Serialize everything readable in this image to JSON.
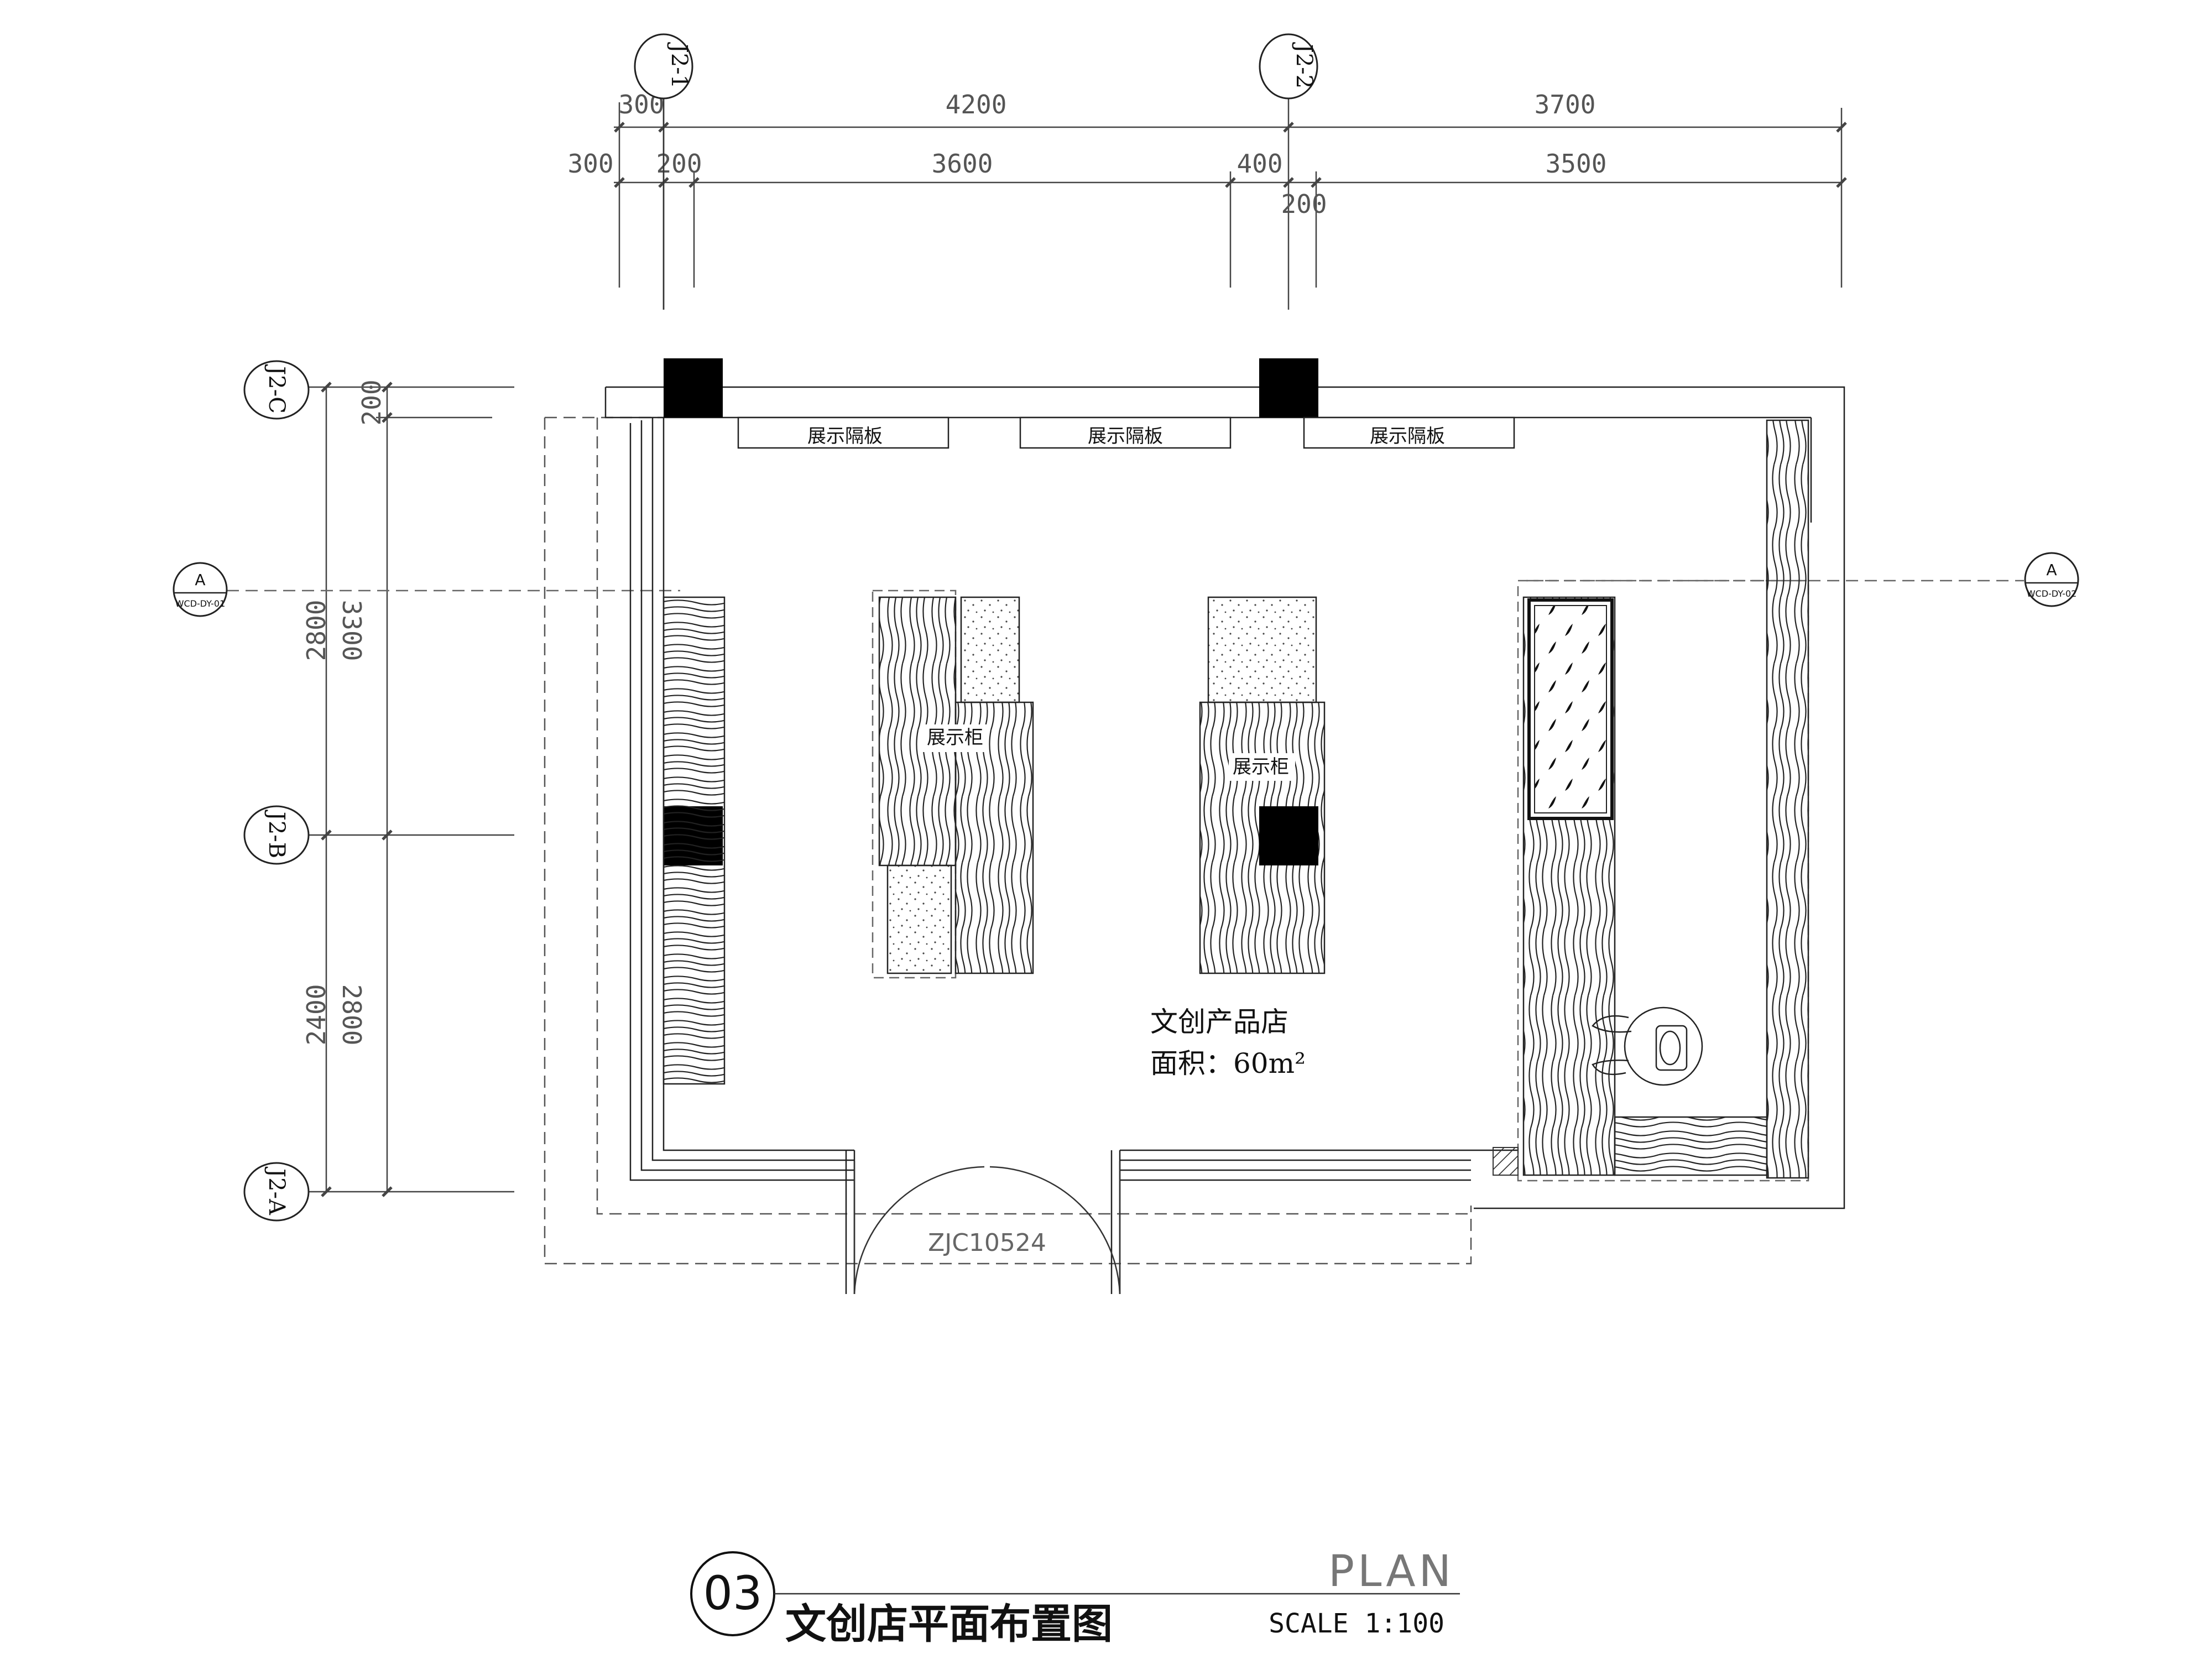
{
  "grid_axes": {
    "top": [
      "J2-1",
      "J2-2"
    ],
    "left": [
      "J2-C",
      "J2-B",
      "J2-A"
    ]
  },
  "dimensions": {
    "top_row1": [
      "300",
      "4200",
      "3700"
    ],
    "top_row2": [
      "300",
      "200",
      "3600",
      "400",
      "3500"
    ],
    "top_row2_below": "200",
    "left_outer": [
      "3300",
      "2800"
    ],
    "left_outer_overlap": [
      "2800",
      "2400"
    ],
    "left_inner": [
      "200"
    ]
  },
  "labels": {
    "display_shelf": "展示隔板",
    "display_cabinet": "展示柜",
    "shop_name": "文创产品店",
    "area": "面积：60m²",
    "door_code": "ZJC10524"
  },
  "section_markers": {
    "left": {
      "letter": "A",
      "ref": "WCD-DY-01"
    },
    "right": {
      "letter": "A",
      "ref": "WCD-DY-02"
    }
  },
  "title_block": {
    "number": "03",
    "title": "文创店平面布置图",
    "plan_word": "PLAN",
    "scale": "SCALE 1:100"
  },
  "colors": {
    "line": "#1a1a1a",
    "dim": "#555555",
    "fill": "#000000"
  }
}
